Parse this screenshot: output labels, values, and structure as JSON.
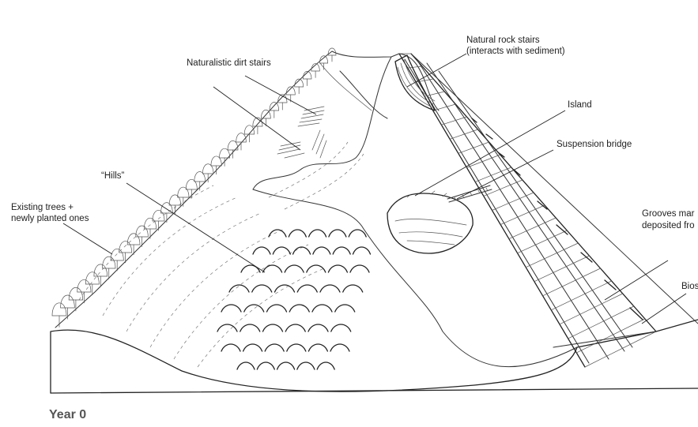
{
  "title": "Year 0",
  "labels": {
    "rock_stairs_1": "Natural rock stairs",
    "rock_stairs_2": "(interacts with sediment)",
    "dirt_stairs": "Naturalistic dirt stairs",
    "island": "Island",
    "bridge": "Suspension bridge",
    "hills": "“Hills”",
    "trees_1": "Existing trees +",
    "trees_2": "newly planted ones",
    "grooves_1": "Grooves mar",
    "grooves_2": "deposited fro",
    "bio": "Bios"
  }
}
